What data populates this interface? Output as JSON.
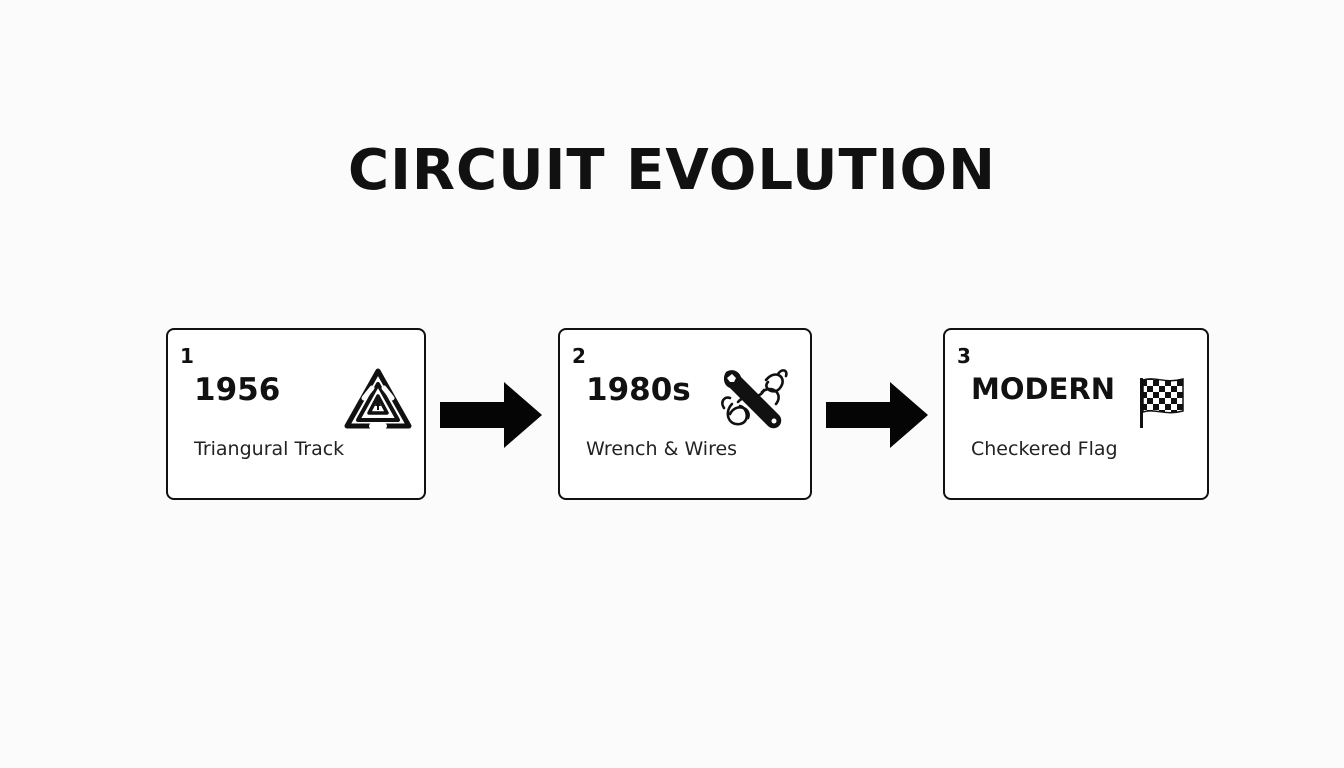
{
  "title": "CIRCUIT EVOLUTION",
  "steps": [
    {
      "number": "1",
      "era": "1956",
      "caption": "Triangural Track",
      "icon": "triangular-track-icon"
    },
    {
      "number": "2",
      "era": "1980s",
      "caption": "Wrench & Wires",
      "icon": "wrench-wires-icon"
    },
    {
      "number": "3",
      "era": "MODERN",
      "caption": "Checkered Flag",
      "icon": "checkered-flag-icon"
    }
  ],
  "colors": {
    "background": "#fbfbfb",
    "ink": "#111111",
    "card": "#ffffff"
  }
}
